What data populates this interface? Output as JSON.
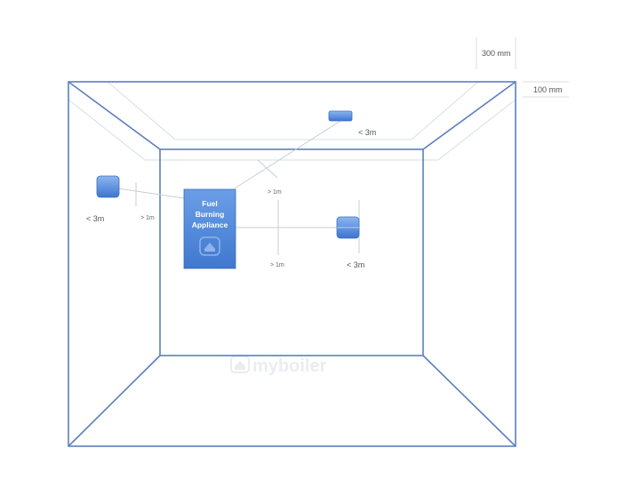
{
  "dimensions": {
    "ceiling_gap": "300 mm",
    "wall_gap": "100 mm"
  },
  "appliance": {
    "line1": "Fuel",
    "line2": "Burning",
    "line3": "Appliance",
    "color": "#4f86d6"
  },
  "detectors": {
    "ceiling": {
      "distance": "< 3m"
    },
    "left_wall": {
      "distance": "< 3m",
      "height": "> 1m"
    },
    "right": {
      "distance": "< 3m"
    }
  },
  "clearances": {
    "upper": "> 1m",
    "lower": "> 1m"
  },
  "watermark": {
    "text": "myboiler",
    "icon": "house-icon"
  },
  "colors": {
    "room_edge": "#5b7fbf",
    "detector": "#5a8fe0"
  }
}
